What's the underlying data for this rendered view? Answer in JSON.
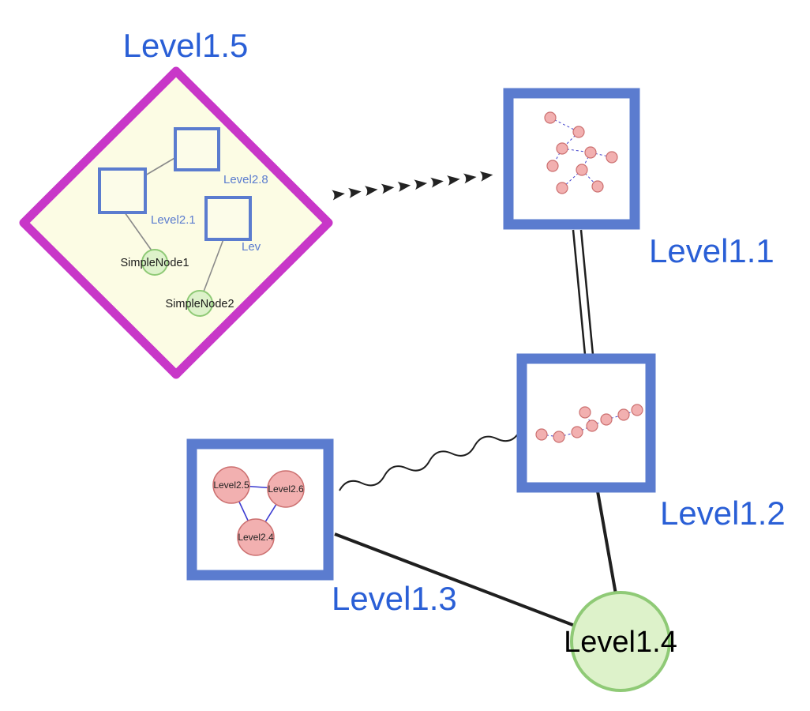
{
  "diagram": {
    "level15": {
      "label": "Level1.5",
      "shape": "diamond-group",
      "group_labels": [
        "Level2.8",
        "Level2.1",
        "Lev"
      ],
      "simple_node_labels": [
        "SimpleNode1",
        "SimpleNode2"
      ]
    },
    "level11": {
      "label": "Level1.1",
      "shape": "square-group"
    },
    "level12": {
      "label": "Level1.2",
      "shape": "square-group"
    },
    "level13": {
      "label": "Level1.3",
      "shape": "square-group",
      "child_labels": [
        "Level2.5",
        "Level2.6",
        "Level2.4"
      ]
    },
    "level14": {
      "label": "Level1.4",
      "shape": "circle"
    },
    "edges": [
      {
        "from": "Level1.5",
        "to": "Level1.1",
        "style": "dashed-arrowheads"
      },
      {
        "from": "Level1.1",
        "to": "Level1.2",
        "style": "double-line"
      },
      {
        "from": "Level1.3",
        "to": "Level1.2",
        "style": "wavy"
      },
      {
        "from": "Level1.3",
        "to": "Level1.4",
        "style": "solid"
      },
      {
        "from": "Level1.2",
        "to": "Level1.4",
        "style": "solid"
      }
    ],
    "colors": {
      "node-border-blue": "#5b7ccf",
      "label-blue": "#2a5fd6",
      "diamond-magenta": "#c837c8",
      "diamond-fill": "#fcfce4",
      "green-fill": "#ddf2ca",
      "green-border": "#8fca76",
      "pink-fill": "#f2b0b0",
      "pink-border": "#cc7070",
      "edge-black": "#1f1f1f",
      "inner-edge-blue": "#4444cc"
    }
  }
}
